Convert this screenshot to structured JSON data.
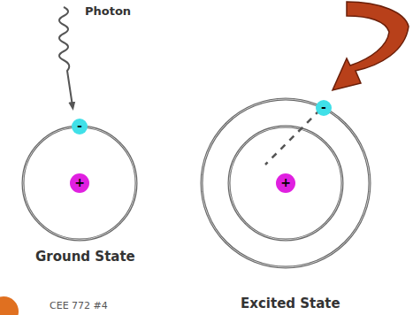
{
  "diagram": {
    "labels": [
      "Photon",
      "Ground State",
      "Excited State",
      "CEE 772 #4",
      "+",
      "-",
      "+",
      "-"
    ]
  }
}
